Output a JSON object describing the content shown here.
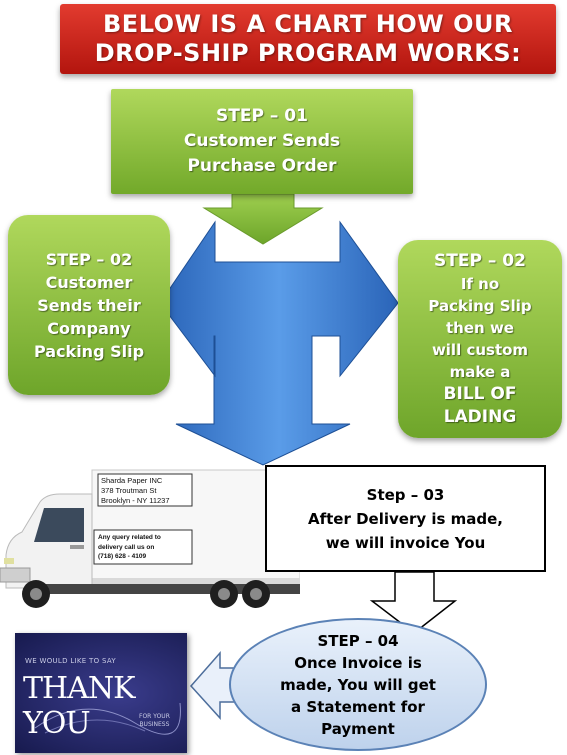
{
  "header": {
    "line1": "BELOW IS A CHART HOW OUR",
    "line2": "DROP-SHIP PROGRAM WORKS:"
  },
  "steps": {
    "step1": {
      "title": "STEP – 01",
      "lines": [
        "Customer Sends",
        "Purchase Order"
      ]
    },
    "step2_left": {
      "title": "STEP – 02",
      "lines": [
        "Customer",
        "Sends their",
        "Company",
        "Packing Slip"
      ]
    },
    "step2_right": {
      "title": "STEP – 02",
      "lines": [
        "If no",
        "Packing Slip",
        "then we",
        "will custom",
        "make a"
      ],
      "lines_big": [
        "BILL OF",
        "LADING"
      ]
    },
    "step3": {
      "title": "Step – 03",
      "lines": [
        "After Delivery is made,",
        "we will invoice You"
      ]
    },
    "step4": {
      "title": "STEP – 04",
      "lines": [
        "Once Invoice is",
        "made, You will get",
        "a Statement for",
        "Payment"
      ]
    }
  },
  "truck": {
    "company": [
      "Sharda Paper INC",
      "378 Troutman St",
      "Brooklyn - NY 11237"
    ],
    "query": [
      "Any query related to",
      "delivery call us on",
      "(718) 628 - 4109"
    ]
  },
  "thank_you": {
    "top": "WE WOULD LIKE TO SAY",
    "main": "THANK YOU",
    "bottom": [
      "FOR YOUR",
      "BUSINESS"
    ]
  },
  "colors": {
    "banner": "#d12a20",
    "green": "#8cc63f",
    "blue_arrow": "#2f6fc4",
    "oval_border": "#5b82b6"
  }
}
